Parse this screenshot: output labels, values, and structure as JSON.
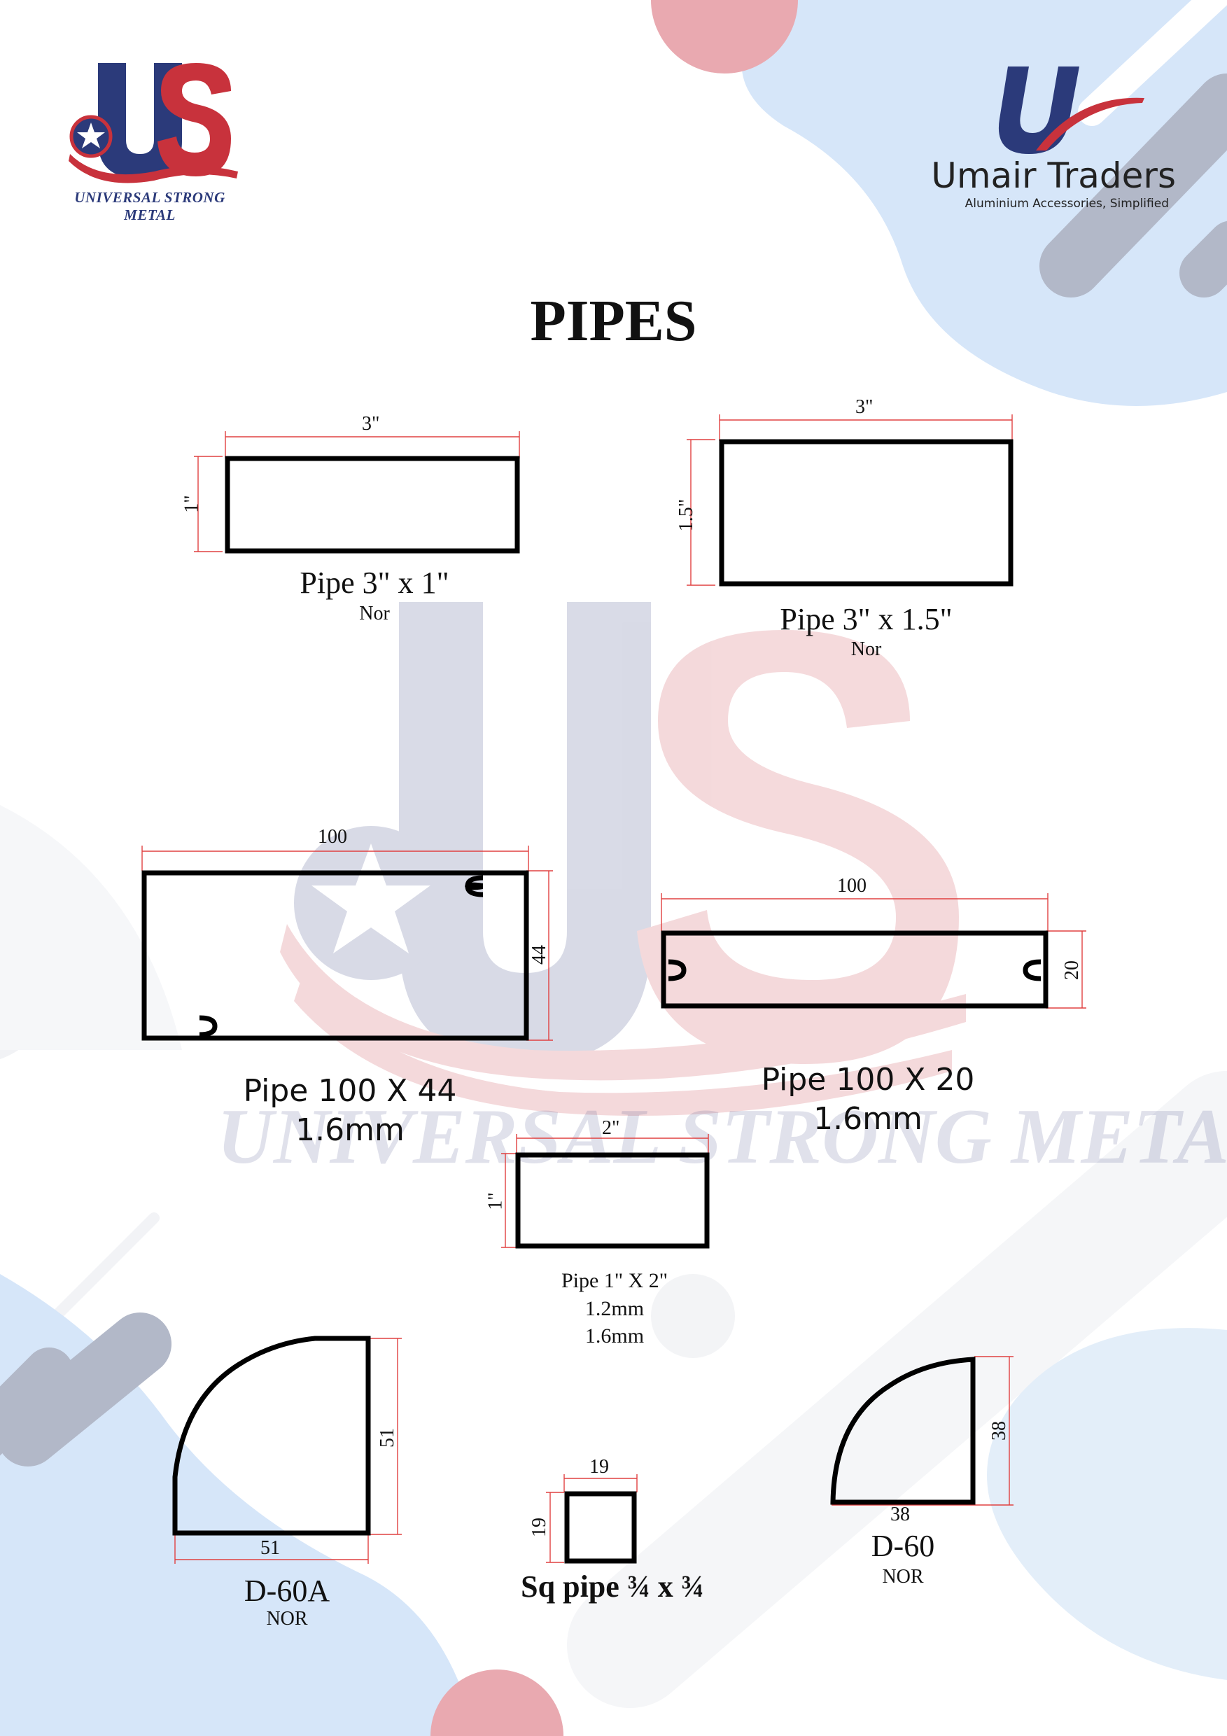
{
  "page_title": "PIPES",
  "brands": {
    "universal": {
      "logo_letters": "US",
      "name": "UNIVERSAL STRONG METAL"
    },
    "umair": {
      "name": "Umair Traders",
      "tagline": "Aluminium Accessories, Simplified"
    }
  },
  "watermark": {
    "text": "UNIVERSAL STRONG METAL"
  },
  "colors": {
    "brand_blue": "#2b3a7a",
    "brand_red": "#c8323c",
    "bg_blue": "#d6e6f9",
    "bg_pink": "#e9a9b0",
    "bg_grey": "#b2b8c8",
    "dim_line": "#e04040"
  },
  "profiles": {
    "pipe_3x1": {
      "name": "Pipe 3\" x 1\"",
      "sub": "Nor",
      "width_label": "3\"",
      "height_label": "1\""
    },
    "pipe_3x15": {
      "name": "Pipe 3\" x 1.5\"",
      "sub": "Nor",
      "width_label": "3\"",
      "height_label": "1.5\""
    },
    "pipe_100x44": {
      "name": "Pipe 100 X 44",
      "sub": "1.6mm",
      "width_label": "100",
      "height_label": "44"
    },
    "pipe_100x20": {
      "name": "Pipe 100 X 20",
      "sub": "1.6mm",
      "width_label": "100",
      "height_label": "20"
    },
    "pipe_1x2": {
      "name": "Pipe 1\" X 2\"",
      "sub1": "1.2mm",
      "sub2": "1.6mm",
      "width_label": "2\"",
      "height_label": "1\""
    },
    "d60a": {
      "name": "D-60A",
      "sub": "NOR",
      "width_label": "51",
      "height_label": "51"
    },
    "sq_pipe": {
      "name": "Sq pipe ¾ x ¾",
      "width_label": "19",
      "height_label": "19"
    },
    "d60": {
      "name": "D-60",
      "sub": "NOR",
      "width_label": "38",
      "height_label": "38"
    }
  }
}
